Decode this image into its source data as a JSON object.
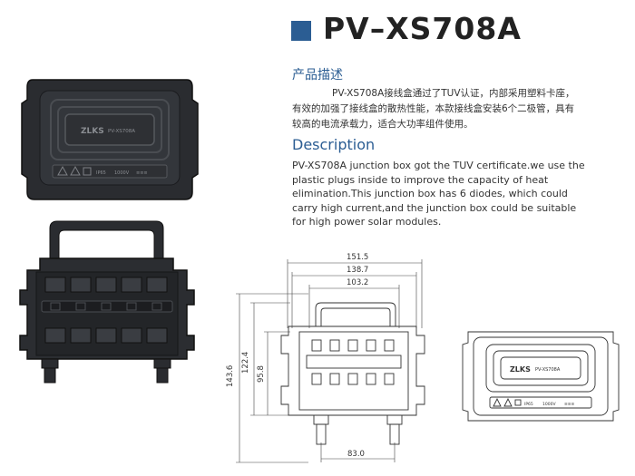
{
  "title": "PV–XS708A",
  "colors": {
    "accent": "#2b5d93",
    "product_black": "#2a2c30"
  },
  "product_description_cn": {
    "heading": "产品描述",
    "paragraph": "PV-XS708A接线盒通过了TUV认证，内部采用塑料卡座，有效的加强了接线盒的散热性能，本款接线盒安装6个二极管，具有较高的电流承载力，适合大功率组件使用。"
  },
  "description_en": {
    "heading": "Description",
    "paragraph": "PV-XS708A  junction box got the  TUV  certificate.we use the  plastic plugs inside to improve  the  capacity of heat elimination.This junction box has  6  diodes, which  could carry high current,and the junction box could be suitable for high power solar modules."
  },
  "lid": {
    "brand": "ZLKS",
    "model": "PV-XS708A",
    "marks": [
      "IP65",
      "1000V",
      "≡≡≡"
    ]
  },
  "dimensions": {
    "width_outer": "151.5",
    "width_body": "138.7",
    "width_inner": "103.2",
    "height_total": "143.6",
    "height_body": "122.4",
    "height_inner": "95.8",
    "connector_spacing": "83.0"
  }
}
